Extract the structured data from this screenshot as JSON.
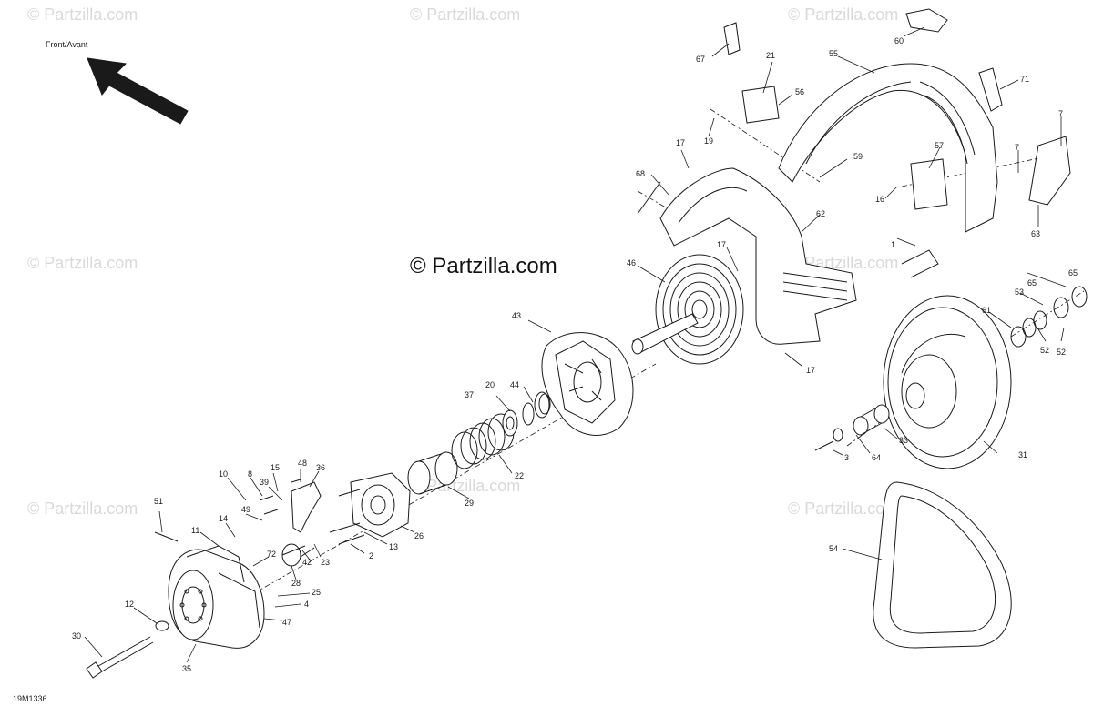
{
  "watermark": "© Partzilla.com",
  "copyright": "© Partzilla.com",
  "direction_label": "Front/Avant",
  "drawing_code": "19M1336",
  "callouts": [
    "1",
    "2",
    "3",
    "4",
    "7",
    "7",
    "8",
    "10",
    "11",
    "12",
    "13",
    "14",
    "15",
    "16",
    "17",
    "17",
    "17",
    "17",
    "19",
    "20",
    "21",
    "22",
    "23",
    "25",
    "26",
    "28",
    "29",
    "30",
    "31",
    "33",
    "35",
    "36",
    "37",
    "39",
    "42",
    "43",
    "44",
    "46",
    "47",
    "48",
    "49",
    "51",
    "52",
    "52",
    "53",
    "54",
    "55",
    "56",
    "57",
    "59",
    "60",
    "61",
    "61",
    "62",
    "63",
    "64",
    "65",
    "65",
    "67",
    "68",
    "71",
    "72"
  ]
}
